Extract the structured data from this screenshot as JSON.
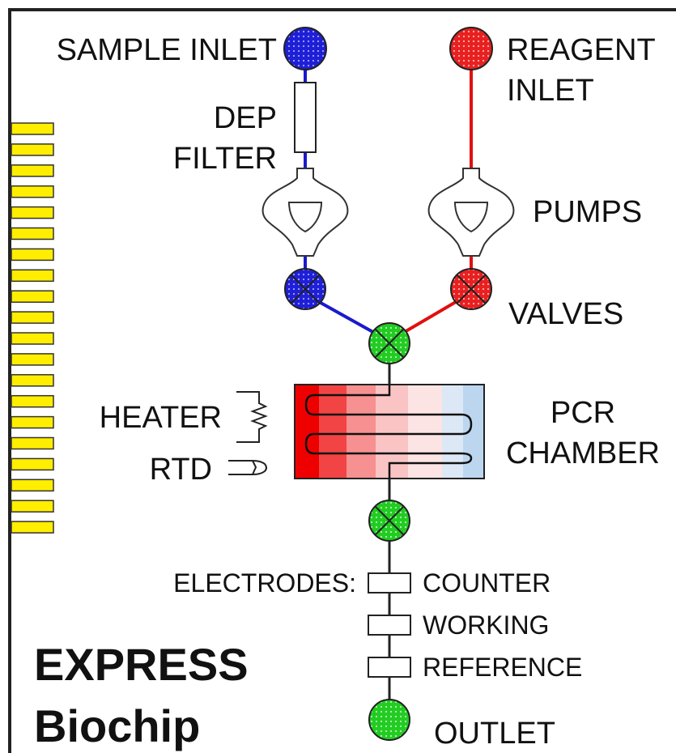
{
  "labels": {
    "sample_inlet": "SAMPLE INLET",
    "reagent_line1": "REAGENT",
    "reagent_line2": "INLET",
    "dep_line1": "DEP",
    "dep_line2": "FILTER",
    "pumps": "PUMPS",
    "valves": "VALVES",
    "heater": "HEATER",
    "rtd": "RTD",
    "pcr_line1": "PCR",
    "pcr_line2": "CHAMBER",
    "electrodes": "ELECTRODES:",
    "counter": "COUNTER",
    "working": "WORKING",
    "reference": "REFERENCE",
    "outlet": "OUTLET",
    "title_line1": "EXPRESS",
    "title_line2": "Biochip"
  },
  "colors": {
    "sample_channel": "#1a1acc",
    "reagent_channel": "#e01010",
    "sample_port": "#1f1fd6",
    "reagent_port": "#e82020",
    "valve_green": "#22cc22",
    "contact_pad": "#ffee00",
    "pcr_hot": "#ee0000",
    "pcr_cold": "#bcd6f0"
  },
  "icons": {
    "inlet": "dotted-circle-port-icon",
    "valve": "x-circle-valve-icon",
    "pump": "diaphragm-pump-icon",
    "heater": "resistor-zigzag-icon",
    "rtd": "thermocouple-loop-icon"
  },
  "contact_pad_count": 20
}
